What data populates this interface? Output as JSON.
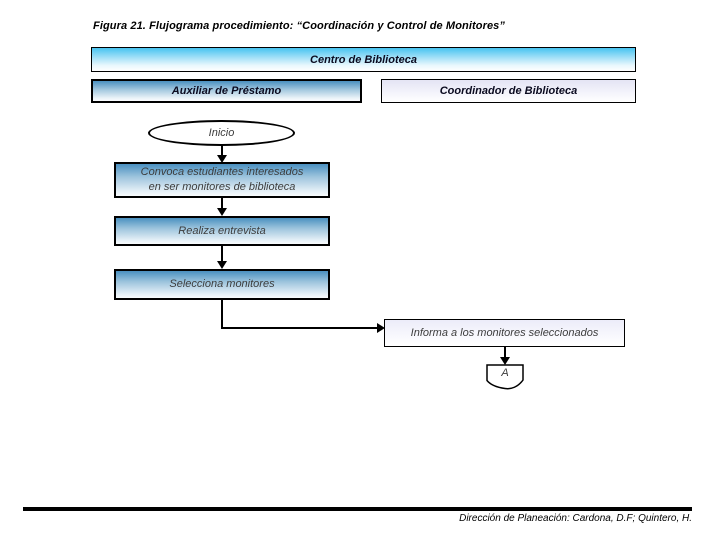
{
  "figure": {
    "title": "Figura 21. Flujograma procedimiento: “Coordinación y Control de Monitores”",
    "footer_credit": "Dirección de Planeación: Cardona, D.F; Quintero, H."
  },
  "flowchart": {
    "header_band": "Centro de Biblioteca",
    "lanes": [
      {
        "label": "Auxiliar de Préstamo"
      },
      {
        "label": "Coordinador de Biblioteca"
      }
    ],
    "nodes": {
      "start": {
        "type": "terminator",
        "label": "Inicio"
      },
      "convoca": {
        "type": "process",
        "lines": [
          "Convoca estudiantes interesados",
          "en ser monitores de biblioteca"
        ]
      },
      "entrevista": {
        "type": "process",
        "label": "Realiza entrevista"
      },
      "selecciona": {
        "type": "process",
        "label": "Selecciona monitores"
      },
      "informa": {
        "type": "process",
        "label": "Informa a los monitores seleccionados"
      },
      "offpage": {
        "type": "offpage-connector",
        "label": "A"
      }
    },
    "colors": {
      "band_gradient_top": "#47c4f0",
      "lane_gradient_top": "#4a90c0",
      "light_box_top": "#e4e4f4",
      "line": "#000000"
    }
  }
}
